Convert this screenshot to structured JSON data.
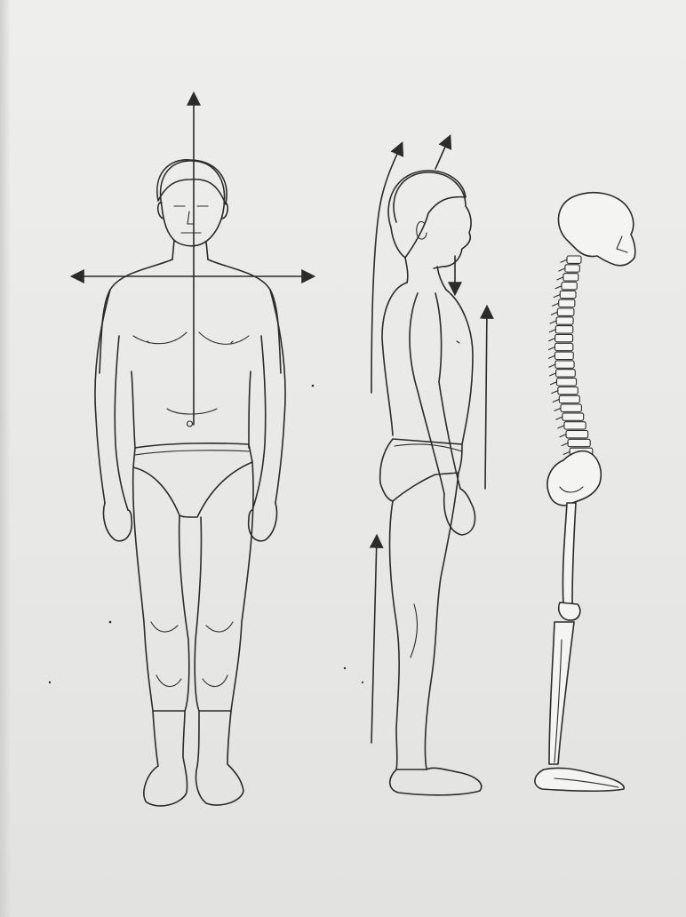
{
  "figures": [
    {
      "name": "front-view",
      "description_shown": false
    },
    {
      "name": "side-view",
      "description_shown": false
    },
    {
      "name": "skeleton-side-view",
      "description_shown": false
    }
  ],
  "colors": {
    "paper": "#e9e9e7",
    "ink": "#2b2b2b"
  },
  "arrows": {
    "front_vertical": "up",
    "front_horizontal": "left-right",
    "side_back": "up",
    "side_head_top": "up",
    "side_chin": "down",
    "side_front": "up",
    "side_legs": "up"
  }
}
